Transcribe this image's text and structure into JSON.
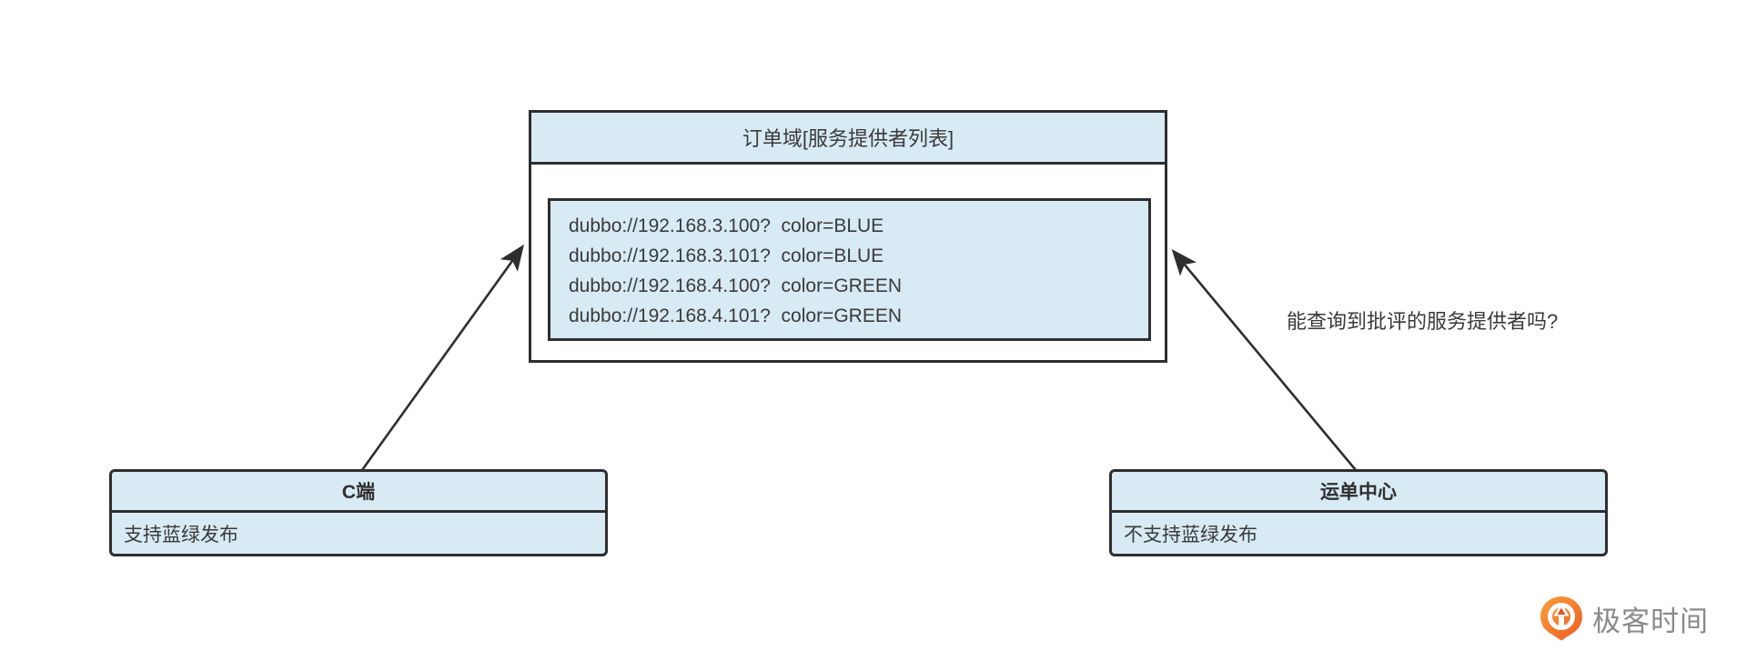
{
  "colors": {
    "box_fill": "#d8eaf4",
    "border": "#2e2e2e",
    "text": "#3a3a3a",
    "logo_orange_start": "#f9a13c",
    "logo_orange_end": "#ec5b24",
    "logo_text_gray": "#8a8a8a"
  },
  "provider_box": {
    "title": "订单域[服务提供者列表]",
    "providers": [
      "dubbo://192.168.3.100?  color=BLUE",
      "dubbo://192.168.3.101?  color=BLUE",
      "dubbo://192.168.4.100?  color=GREEN",
      "dubbo://192.168.4.101?  color=GREEN"
    ]
  },
  "nodes": {
    "c_client": {
      "title": "C端",
      "note": "支持蓝绿发布"
    },
    "waybill_center": {
      "title": "运单中心",
      "note": "不支持蓝绿发布"
    }
  },
  "annotation": {
    "text": "能查询到批评的服务提供者吗?"
  },
  "logo": {
    "text": "极客时间",
    "icon": "geektime-pin-icon"
  }
}
